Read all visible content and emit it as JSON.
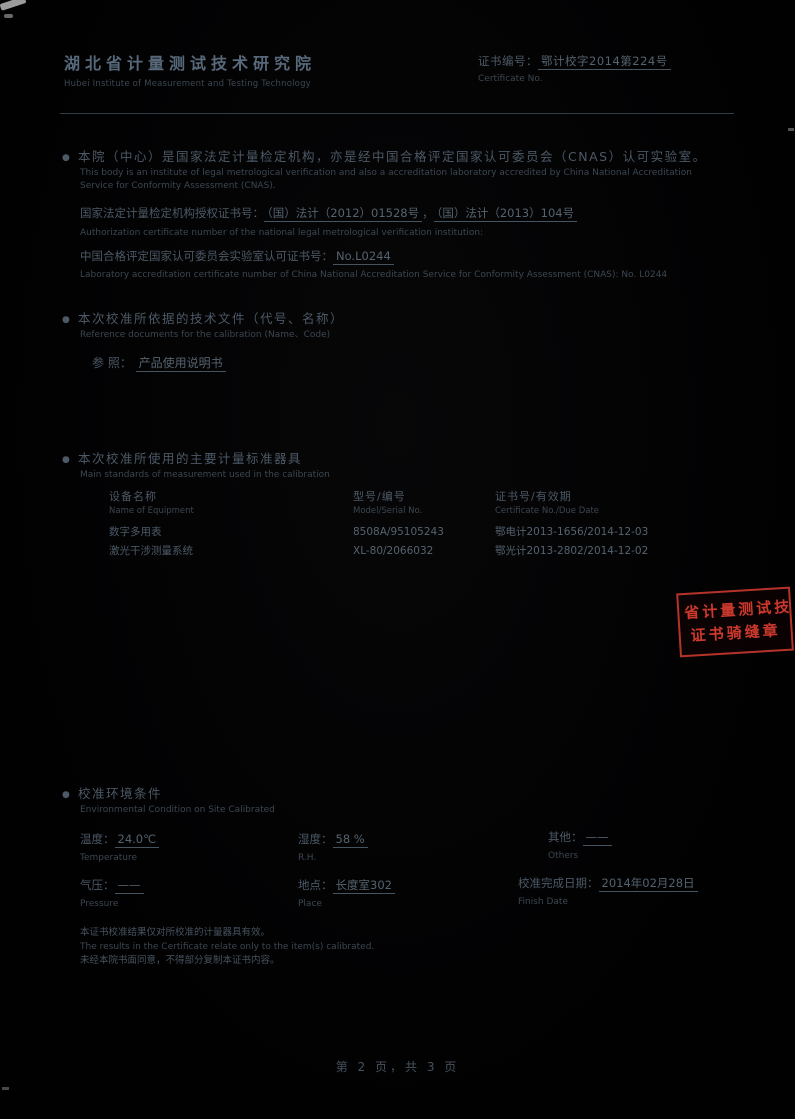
{
  "ui": {
    "bullet": "●"
  },
  "header": {
    "institute_cn": "湖北省计量测试技术研究院",
    "institute_en": "Hubei Institute of Measurement and Testing Technology",
    "cert_no_label": "证书编号：",
    "cert_no_value": "鄂计校字2014第224号",
    "cert_no_en": "Certificate No."
  },
  "accreditation": {
    "cn_line": "本院（中心）是国家法定计量检定机构，亦是经中国合格评定国家认可委员会（CNAS）认可实验室。",
    "en_line": "This body is an institute of legal metrological verification and also a accreditation laboratory accredited by China National Accreditation Service for Conformity Assessment (CNAS).",
    "auth_label": "国家法定计量检定机构授权证书号：",
    "auth_value1": "（国）法计（2012）01528号",
    "auth_sep": "，",
    "auth_value2": "（国）法计（2013）104号",
    "auth_en": "Authorization certificate number of the national legal metrological verification institution:",
    "cnas_label": "中国合格评定国家认可委员会实验室认可证书号：",
    "cnas_value": "No.L0244",
    "cnas_en": "Laboratory accreditation certificate number of China National Accreditation Service for Conformity Assessment (CNAS): No. L0244"
  },
  "reference": {
    "title_cn": "本次校准所依据的技术文件（代号、名称）",
    "title_en": "Reference documents for the calibration (Name、Code)",
    "label": "参 照：",
    "value": "产品使用说明书"
  },
  "standards": {
    "title_cn": "本次校准所使用的主要计量标准器具",
    "title_en": "Main standards of measurement used in the calibration",
    "columns": [
      {
        "cn": "设备名称",
        "en": "Name of Equipment"
      },
      {
        "cn": "型号/编号",
        "en": "Model/Serial No."
      },
      {
        "cn": "证书号/有效期",
        "en": "Certificate No./Due Date"
      }
    ],
    "rows": [
      {
        "name": "数字多用表",
        "model": "8508A/95105243",
        "cert": "鄂电计2013-1656/2014-12-03"
      },
      {
        "name": "激光干涉测量系统",
        "model": "XL-80/2066032",
        "cert": "鄂光计2013-2802/2014-12-02"
      }
    ]
  },
  "stamp": {
    "line1": "省计量测试技",
    "line2": "证书骑缝章"
  },
  "environment": {
    "title_cn": "校准环境条件",
    "title_en": "Environmental Condition on Site Calibrated",
    "temperature": {
      "label": "温度：",
      "value": "24.0℃",
      "en": "Temperature"
    },
    "humidity": {
      "label": "湿度：",
      "value": "58 %",
      "en": "R.H."
    },
    "others": {
      "label": "其他：",
      "value": "——",
      "en": "Others"
    },
    "pressure": {
      "label": "气压：",
      "value": "——",
      "en": "Pressure"
    },
    "place": {
      "label": "地点：",
      "value": "长度室302",
      "en": "Place"
    },
    "finish_date": {
      "label": "校准完成日期：",
      "value": "2014年02月28日",
      "en": "Finish Date"
    }
  },
  "notes": {
    "line1": "本证书校准结果仅对所校准的计量器具有效。",
    "line2": "The results in the Certificate relate only to the item(s) calibrated.",
    "line3": "未经本院书面同意，不得部分复制本证书内容。"
  },
  "footer": {
    "page_text": "第 2 页，共 3 页"
  }
}
